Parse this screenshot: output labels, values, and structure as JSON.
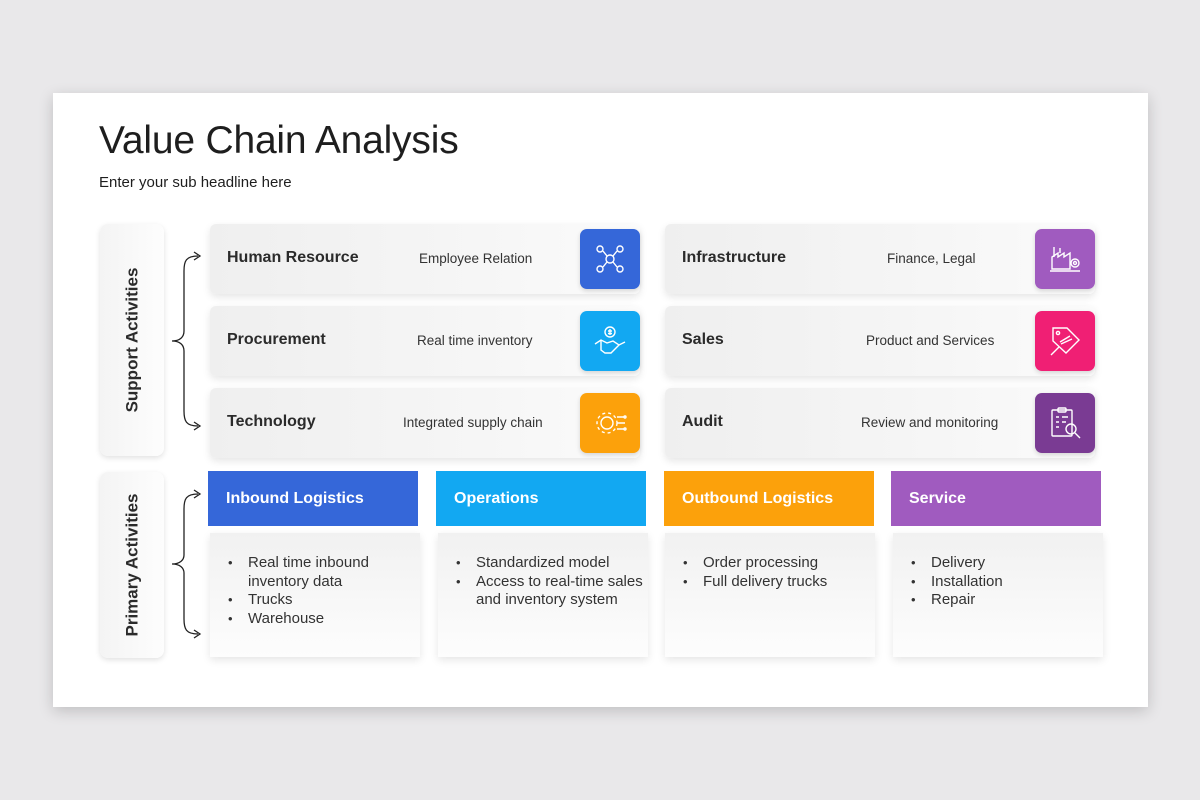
{
  "title": "Value Chain Analysis",
  "subtitle": "Enter your sub headline here",
  "support_label": "Support Activities",
  "primary_label": "Primary Activities",
  "colors": {
    "blue": "#3567d9",
    "sky": "#12a8f2",
    "orange": "#fca10b",
    "purple": "#a05bbf",
    "magenta": "#f01f74",
    "dark_purple": "#7a3b93"
  },
  "support_activities": [
    {
      "name": "Human Resource",
      "desc": "Employee Relation",
      "icon": "network-people-icon",
      "color": "#3567d9"
    },
    {
      "name": "Procurement",
      "desc": "Real time inventory",
      "icon": "handshake-dollar-icon",
      "color": "#12a8f2"
    },
    {
      "name": "Technology",
      "desc": "Integrated supply chain",
      "icon": "gear-circuit-icon",
      "color": "#fca10b"
    },
    {
      "name": "Infrastructure",
      "desc": "Finance, Legal",
      "icon": "factory-gear-icon",
      "color": "#a05bbf"
    },
    {
      "name": "Sales",
      "desc": "Product and Services",
      "icon": "sale-tag-icon",
      "color": "#f01f74"
    },
    {
      "name": "Audit",
      "desc": "Review and monitoring",
      "icon": "clipboard-magnifier-icon",
      "color": "#7a3b93"
    }
  ],
  "primary_activities": [
    {
      "name": "Inbound Logistics",
      "color": "#3567d9",
      "items": [
        "Real time inbound inventory data",
        "Trucks",
        "Warehouse"
      ]
    },
    {
      "name": "Operations",
      "color": "#12a8f2",
      "items": [
        "Standardized model",
        "Access to real-time sales and inventory system"
      ]
    },
    {
      "name": "Outbound Logistics",
      "color": "#fca10b",
      "items": [
        "Order processing",
        "Full delivery trucks"
      ]
    },
    {
      "name": "Service",
      "color": "#a05bbf",
      "items": [
        "Delivery",
        "Installation",
        "Repair"
      ]
    }
  ]
}
